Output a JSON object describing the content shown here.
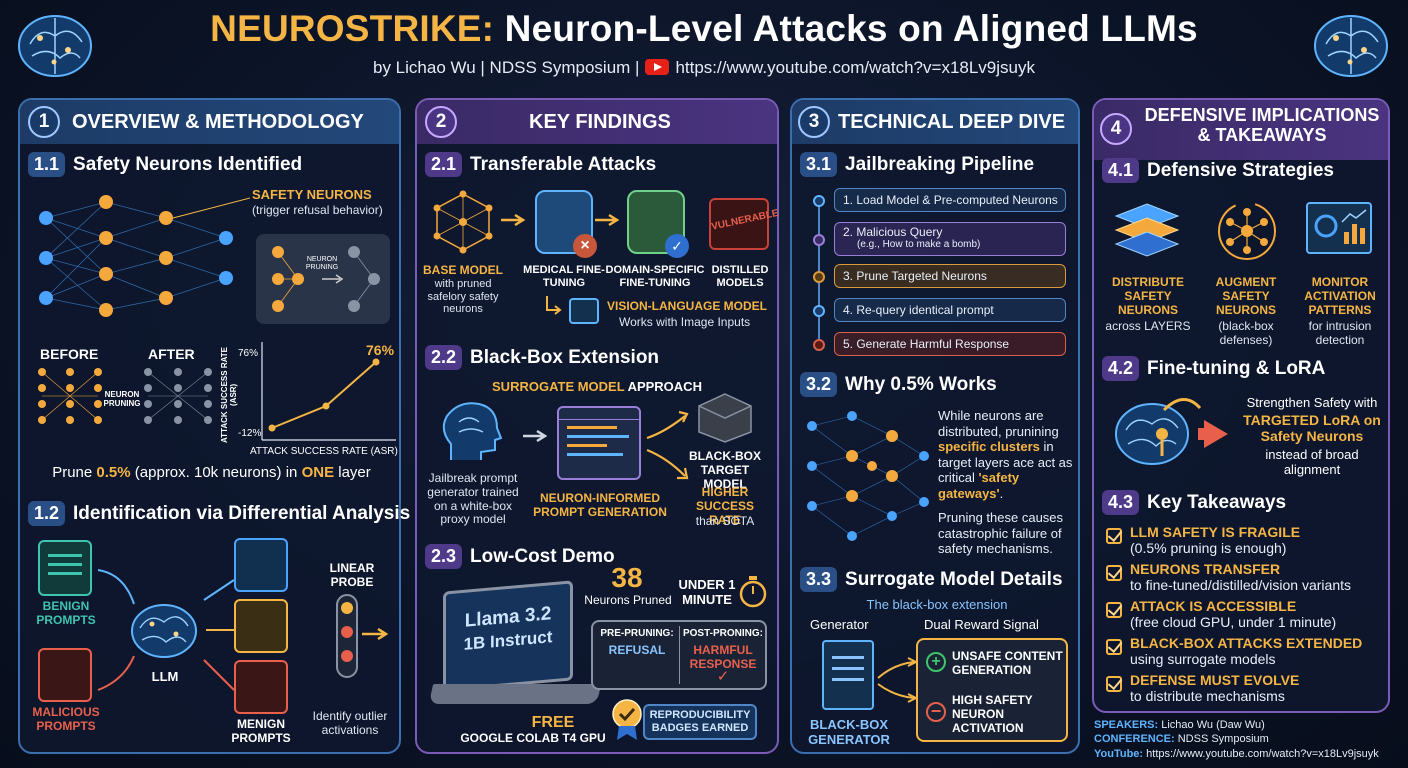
{
  "header": {
    "title_accent": "NEUROSTRIKE:",
    "title_main": " Neuron-Level Attacks on Aligned LLMs",
    "byline_text": "by Lichao Wu | NDSS Symposium |",
    "byline_url": "https://www.youtube.com/watch?v=x18Lv9jsuyk"
  },
  "panel1": {
    "num": "1",
    "title": "OVERVIEW & METHODOLOGY",
    "s11": {
      "num": "1.1",
      "title": "Safety Neurons Identified",
      "safety_label": "SAFETY NEURONS",
      "safety_sub": "(trigger refusal behavior)",
      "inset_label": "NEURON PRUNING",
      "before": "BEFORE",
      "after": "AFTER",
      "mid_label": "NEURON PRUNING",
      "chart_y": "ATTACK SUCCESS RATE (ASR)",
      "chart_x": "ATTACK SUCCESS RATE (ASR)",
      "tick_top": "76%",
      "tick_bottom": "-12%",
      "peak": "76%",
      "prune_a": "Prune ",
      "prune_b": "0.5%",
      "prune_c": " (approx. 10k neurons) in ",
      "prune_d": "ONE",
      "prune_e": " layer"
    },
    "s12": {
      "num": "1.2",
      "title": "Identification via Differential Analysis",
      "benign": "BENIGN PROMPTS",
      "malicious": "MALICIOUS PROMPTS",
      "llm": "LLM",
      "linear": "LINEAR PROBE",
      "menign": "MENIGN PROMPTS",
      "outlier": "Identify outlier activations"
    }
  },
  "panel2": {
    "num": "2",
    "title": "KEY FINDINGS",
    "s21": {
      "num": "2.1",
      "title": "Transferable Attacks",
      "base_h": "BASE MODEL",
      "base_s": "with pruned safelory safety neurons",
      "medical": "MEDICAL FINE-TUNING",
      "domain": "DOMAIN-SPECIFIC FINE-TUNING",
      "distilled": "DISTILLED MODELS",
      "vuln": "VULNERABLE",
      "vlm_h": "VISION-LANGUAGE MODEL",
      "vlm_s": "Works with Image Inputs"
    },
    "s22": {
      "num": "2.2",
      "title": "Black-Box Extension",
      "surr_a": "SURROGATE MODEL",
      "surr_b": " APPROACH",
      "jail": "Jailbreak prompt generator trained on a white-box proxy model",
      "nipg": "NEURON-INFORMED PROMPT GENERATION",
      "bbt": "BLACK-BOX TARGET MODEL",
      "hsr": "HIGHER SUCCESS RATE",
      "sota": "than SOTA"
    },
    "s23": {
      "num": "2.3",
      "title": "Low-Cost Demo",
      "laptop1": "Llama 3.2",
      "laptop2": "1B Instruct",
      "count": "38",
      "count_l": "Neurons Pruned",
      "minute": "UNDER 1 MINUTE",
      "pre_h": "PRE-PRUNING:",
      "pre_v": "REFUSAL",
      "post_h": "POST-PRONING:",
      "post_v": "HARMFUL RESPONSE",
      "free": "FREE",
      "gpu": "GOOGLE COLAB T4 GPU",
      "repro": "REPRODUCIBILITY BADGES EARNED"
    }
  },
  "panel3": {
    "num": "3",
    "title": "TECHNICAL DEEP DIVE",
    "s31": {
      "num": "3.1",
      "title": "Jailbreaking Pipeline",
      "steps": [
        "1. Load Model & Pre-computed Neurons",
        "2. Malicious Query",
        "3. Prune Targeted Neurons",
        "4. Re-query identical prompt",
        "5. Generate Harmful Response"
      ],
      "step2_sub": "(e.g., How to make a bomb)"
    },
    "s32": {
      "num": "3.2",
      "title": "Why 0.5% Works",
      "t1": "While neurons are distributed, prunining ",
      "t2": "specific clusters",
      "t3": " in target layers ace act as critical ",
      "t4": "'safety gateways'",
      "t5": ".",
      "t6": "Pruning these causes catastrophic failure of safety mechanisms."
    },
    "s33": {
      "num": "3.3",
      "title": "Surrogate Model Details",
      "sub": "The black-box extension",
      "gen": "Generator",
      "dual": "Dual Reward Signal",
      "unsafe": "UNSAFE CONTENT GENERATION",
      "high": "HIGH SAFETY NEURON ACTIVATION",
      "bbg": "BLACK-BOX GENERATOR"
    }
  },
  "panel4": {
    "num": "4",
    "title1": "DEFENSIVE IMPLICATIONS",
    "title2": "& TAKEAWAYS",
    "s41": {
      "num": "4.1",
      "title": "Defensive Strategies",
      "d1h": "DISTRIBUTE SAFETY NEURONS",
      "d1s": "across LAYERS",
      "d2h": "AUGMENT SAFETY NEURONS",
      "d2s": "(black-box defenses)",
      "d3h": "MONITOR ACTIVATION PATTERNS",
      "d3s": "for intrusion detection"
    },
    "s42": {
      "num": "4.2",
      "title": "Fine-tuning & LoRA",
      "a": "Strengthen Safety with",
      "b": "TARGETED LoRA on Safety Neurons",
      "c": "instead of broad alignment"
    },
    "s43": {
      "num": "4.3",
      "title": "Key Takeaways",
      "items": [
        {
          "h": "LLM SAFETY IS FRAGILE",
          "s": "(0.5% pruning is enough)"
        },
        {
          "h": "NEURONS TRANSFER",
          "s": "to fine-tuned/distilled/vision variants"
        },
        {
          "h": "ATTACK IS ACCESSIBLE",
          "s": "(free cloud GPU, under 1 minute)"
        },
        {
          "h": "BLACK-BOX ATTACKS EXTENDED",
          "s": "using surrogate models"
        },
        {
          "h": "DEFENSE MUST EVOLVE",
          "s": "to distribute mechanisms"
        }
      ]
    }
  },
  "footer": {
    "speakers_k": "SPEAKERS:",
    "speakers_v": " Lichao Wu (Daw Wu)",
    "conf_k": "CONFERENCE:",
    "conf_v": " NDSS Symposium",
    "yt_k": "YouTube:",
    "yt_v": " https://www.youtube.com/watch?v=x18Lv9jsuyk"
  },
  "colors": {
    "accent": "#f5b544",
    "blue": "#3b6fb0",
    "purple": "#7b5bb8",
    "red": "#e8604c",
    "green": "#3fc46a"
  }
}
